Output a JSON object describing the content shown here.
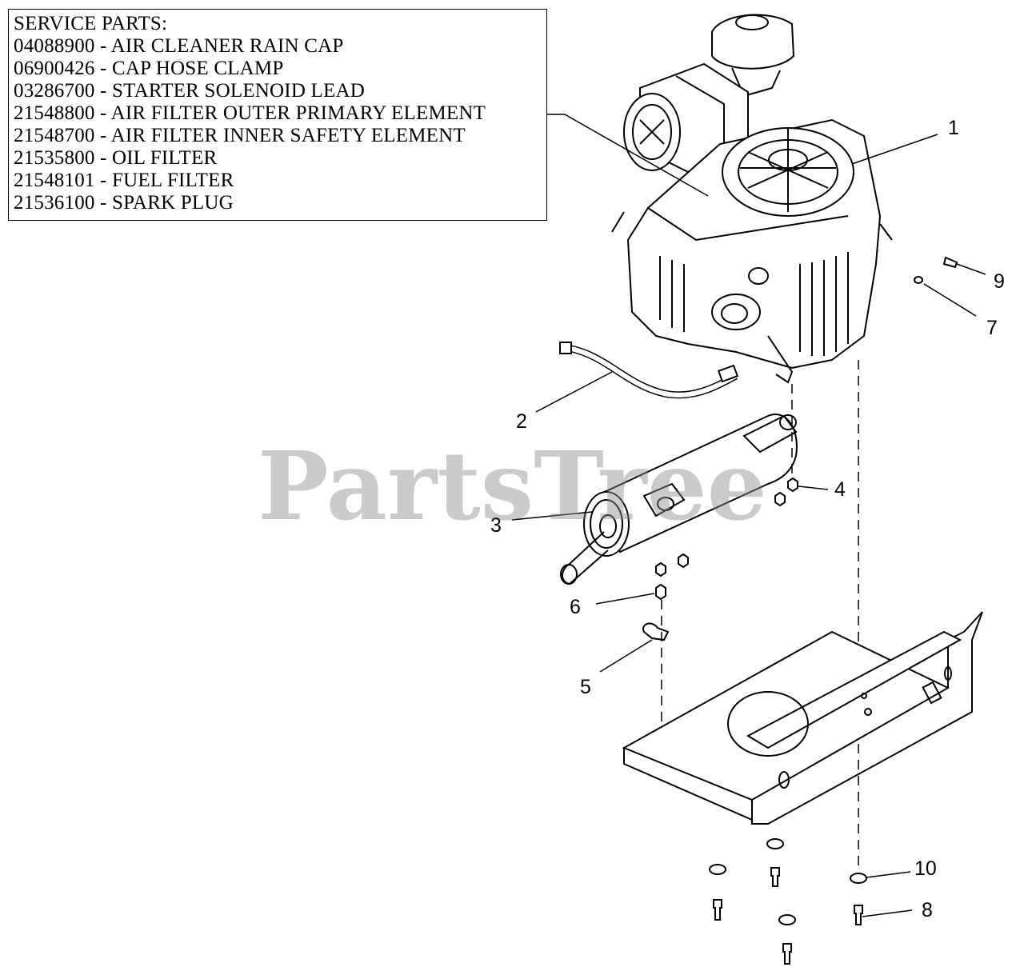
{
  "service_parts": {
    "heading": "SERVICE PARTS:",
    "items": [
      "04088900 - AIR CLEANER RAIN CAP",
      "06900426 - CAP HOSE CLAMP",
      "03286700 - STARTER SOLENOID LEAD",
      "21548800 - AIR FILTER OUTER PRIMARY ELEMENT",
      "21548700 - AIR FILTER INNER SAFETY ELEMENT",
      "21535800 - OIL FILTER",
      "21548101 - FUEL FILTER",
      "21536100 - SPARK PLUG"
    ]
  },
  "watermark": "PartsTree",
  "callouts": {
    "c1": "1",
    "c2": "2",
    "c3": "3",
    "c4": "4",
    "c5": "5",
    "c6": "6",
    "c7": "7",
    "c8": "8",
    "c9": "9",
    "c10": "10"
  }
}
